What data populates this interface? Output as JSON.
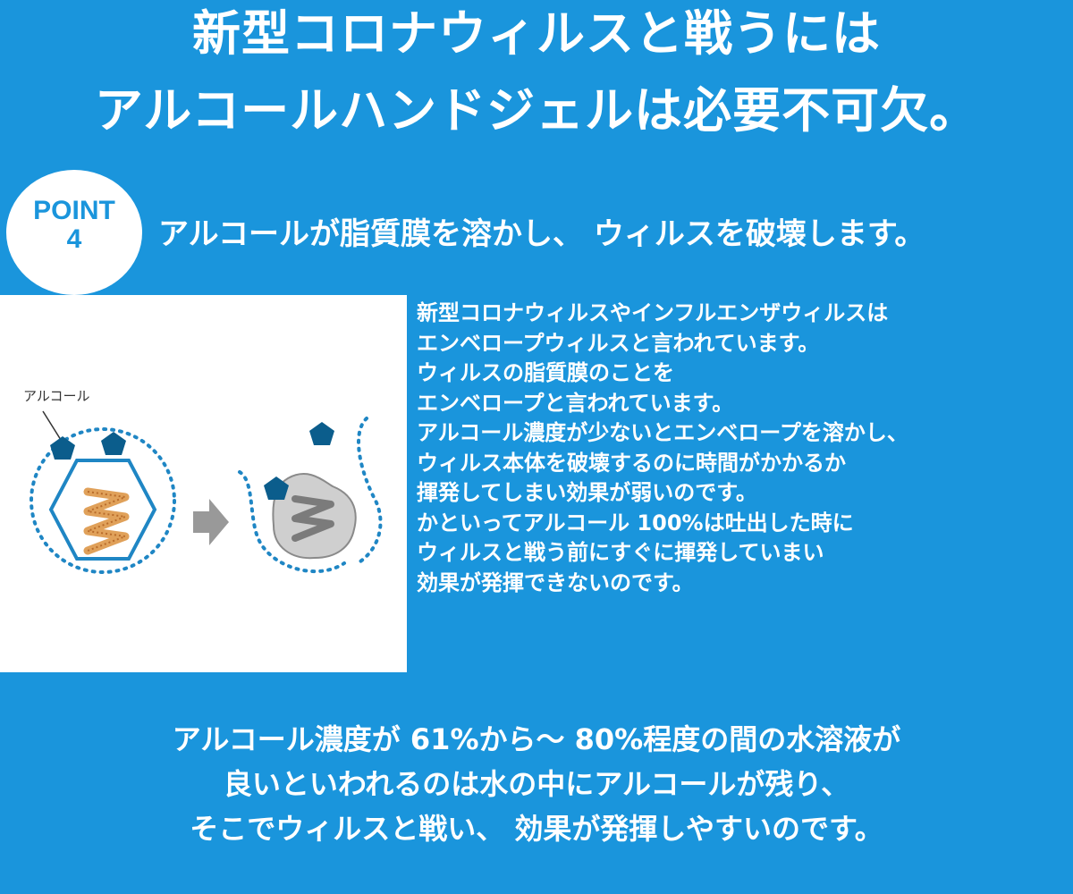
{
  "headline": {
    "line1": "新型コロナウィルスと戦うには",
    "line2": "アルコールハンドジェルは必要不可欠。"
  },
  "point": {
    "word": "POINT",
    "number": "4",
    "title": "アルコールが脂質膜を溶かし、 ウィルスを破壊します。"
  },
  "illustration": {
    "label": "アルコール",
    "colors": {
      "pentagon": "#0b5d8c",
      "envelope": "#1f86c4",
      "rna_orange": "#e0a15a",
      "rna_gray": "#7b7b7b",
      "virus_gray": "#cfcfcf",
      "arrow": "#999999"
    },
    "icons": [
      "alcohol-pentagon-icon",
      "virus-hexagon-icon",
      "arrow-right-icon",
      "broken-virus-icon"
    ]
  },
  "description": [
    "新型コロナウィルスやインフルエンザウィルスは",
    "エンベロープウィルスと言われています。",
    "ウィルスの脂質膜のことを",
    "エンベロープと言われています。",
    "アルコール濃度が少ないとエンベロープを溶かし、",
    "ウィルス本体を破壊するのに時間がかかるか",
    "揮発してしまい効果が弱いのです。",
    "かといってアルコール 100%は吐出した時に",
    "ウィルスと戦う前にすぐに揮発していまい",
    "効果が発揮できないのです。"
  ],
  "summary": [
    "アルコール濃度が 61%から～ 80%程度の間の水溶液が",
    "良いといわれるのは水の中にアルコールが残り、",
    "そこでウィルスと戦い、 効果が発揮しやすいのです。"
  ],
  "theme": {
    "background": "#1a95dc",
    "text": "#ffffff"
  }
}
